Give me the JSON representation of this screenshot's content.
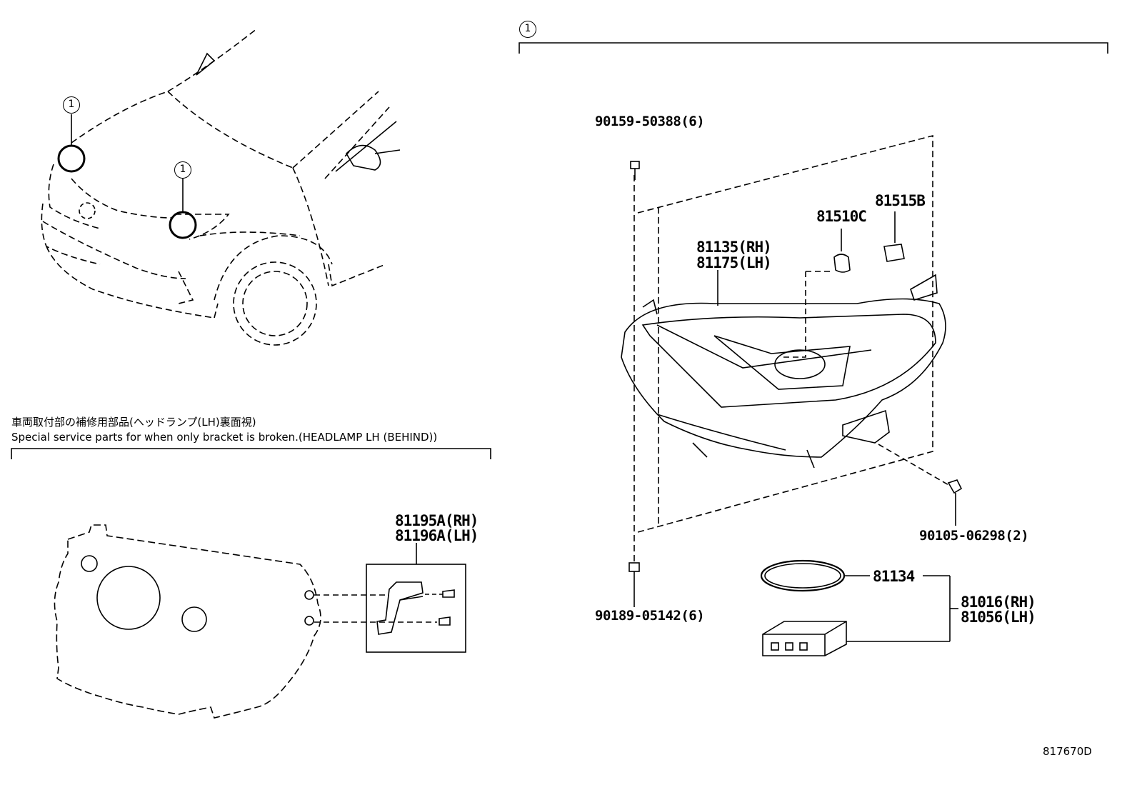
{
  "callout_number": "1",
  "parts": {
    "screw_top": "90159-50388(6)",
    "bulb_b": "81515B",
    "bulb_c": "81510C",
    "headlamp_rh": "81135(RH)",
    "headlamp_lh": "81175(LH)",
    "bolt_right": "90105-06298(2)",
    "screw_bottom": "90189-05142(6)",
    "gasket": "81134",
    "ecu_rh": "81016(RH)",
    "ecu_lh": "81056(LH)",
    "bracket_rh": "81195A(RH)",
    "bracket_lh": "81196A(LH)"
  },
  "note_jp": "車両取付部の補修用部品(ヘッドランプ(LH)裏面視)",
  "note_en": "Special service parts for when only bracket is broken.(HEADLAMP LH (BEHIND))",
  "diagram_code": "817670D"
}
